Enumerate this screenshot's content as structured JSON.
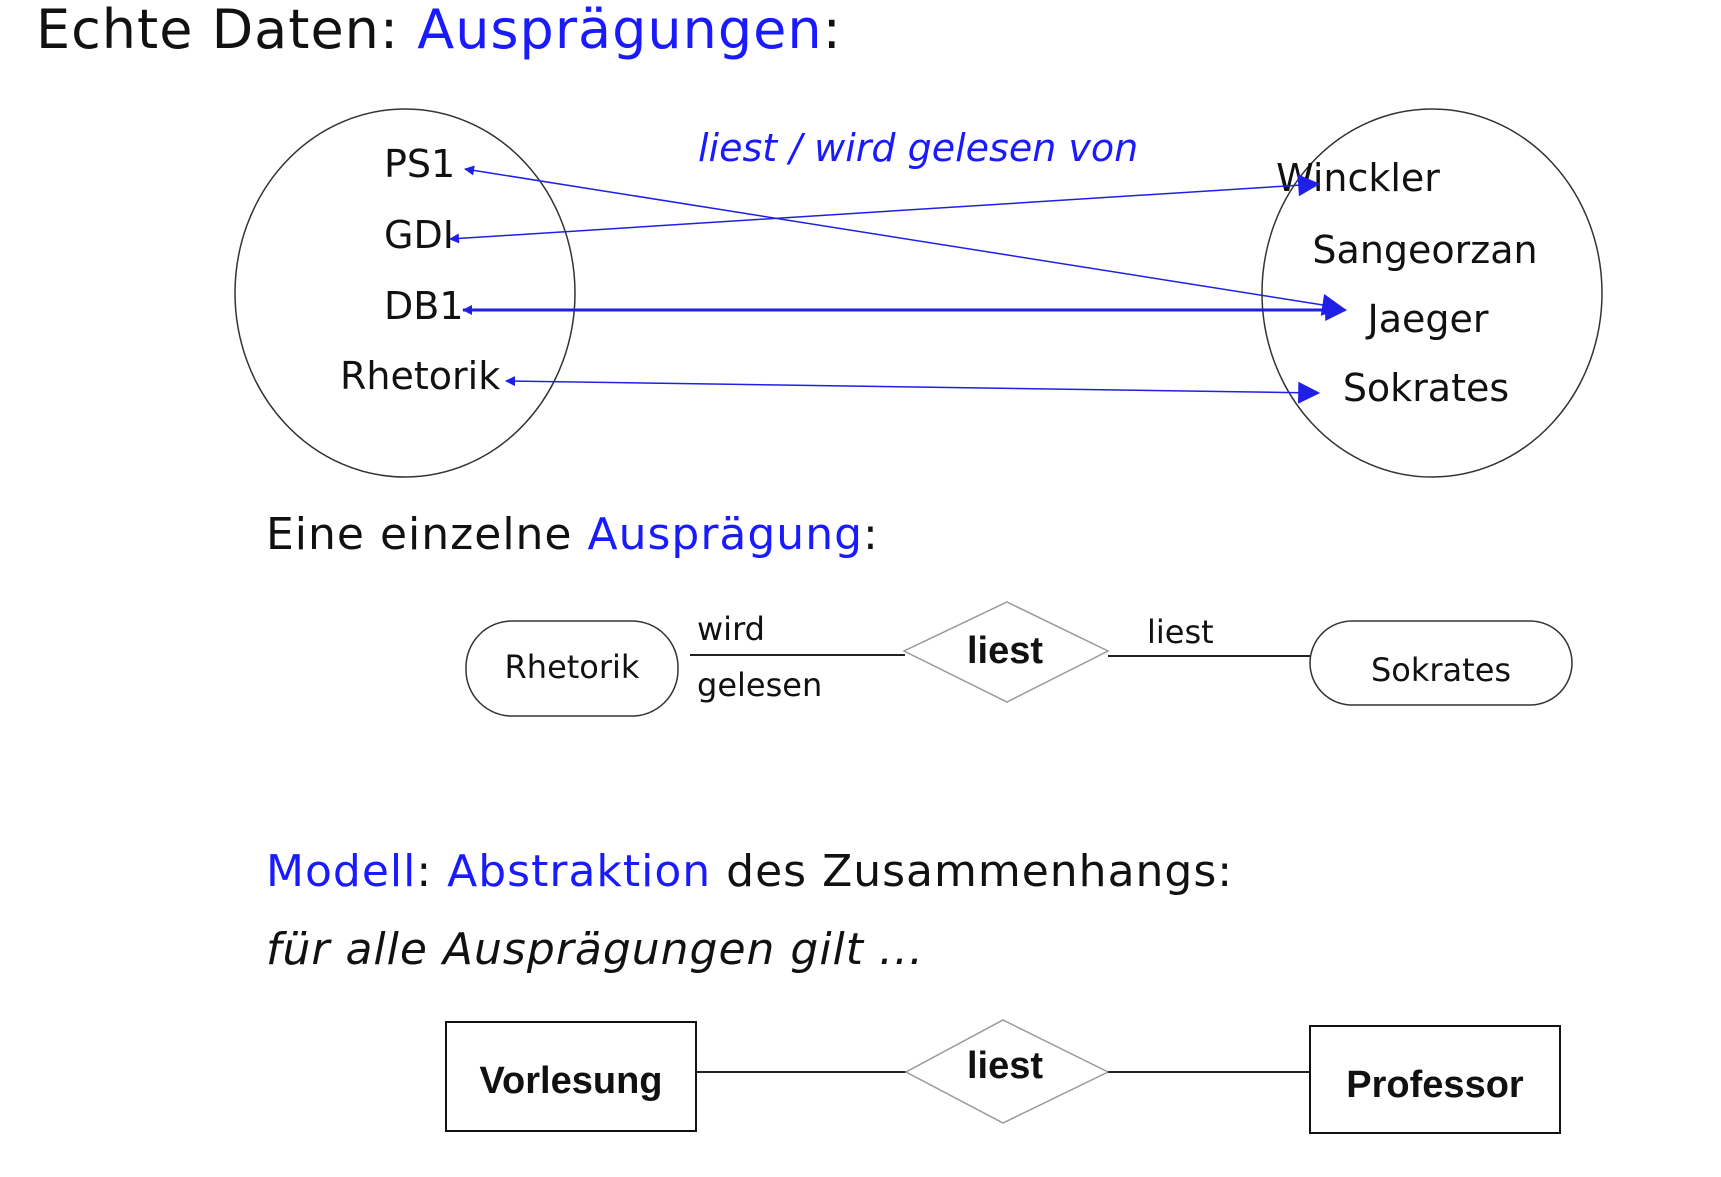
{
  "section1": {
    "prefix": "Echte Daten: ",
    "highlight": "Ausprägungen",
    "suffix": ":"
  },
  "section2": {
    "prefix": "Eine einzelne ",
    "highlight": "Ausprägung",
    "suffix": ":"
  },
  "section3": {
    "highlight1": "Modell",
    "sep": ": ",
    "highlight2": "Abstraktion",
    "suffix": " des Zusammenhangs:"
  },
  "section4": {
    "text": "für alle Ausprägungen gilt ..."
  },
  "instances": {
    "relation_label": "liest / wird gelesen von",
    "courses": [
      "PS1",
      "GDI",
      "DB1",
      "Rhetorik"
    ],
    "professors": [
      "Winckler",
      "Sangeorzan",
      "Jaeger",
      "Sokrates"
    ]
  },
  "single": {
    "left_entity": "Rhetorik",
    "role_left_top": "wird",
    "role_left_bottom": "gelesen",
    "relationship": "liest",
    "role_right": "liest",
    "right_entity": "Sokrates"
  },
  "model": {
    "left_entity": "Vorlesung",
    "relationship": "liest",
    "right_entity": "Professor"
  },
  "colors": {
    "accent": "#1a1aff",
    "arrow": "#1f1fe6",
    "text": "#111111"
  }
}
